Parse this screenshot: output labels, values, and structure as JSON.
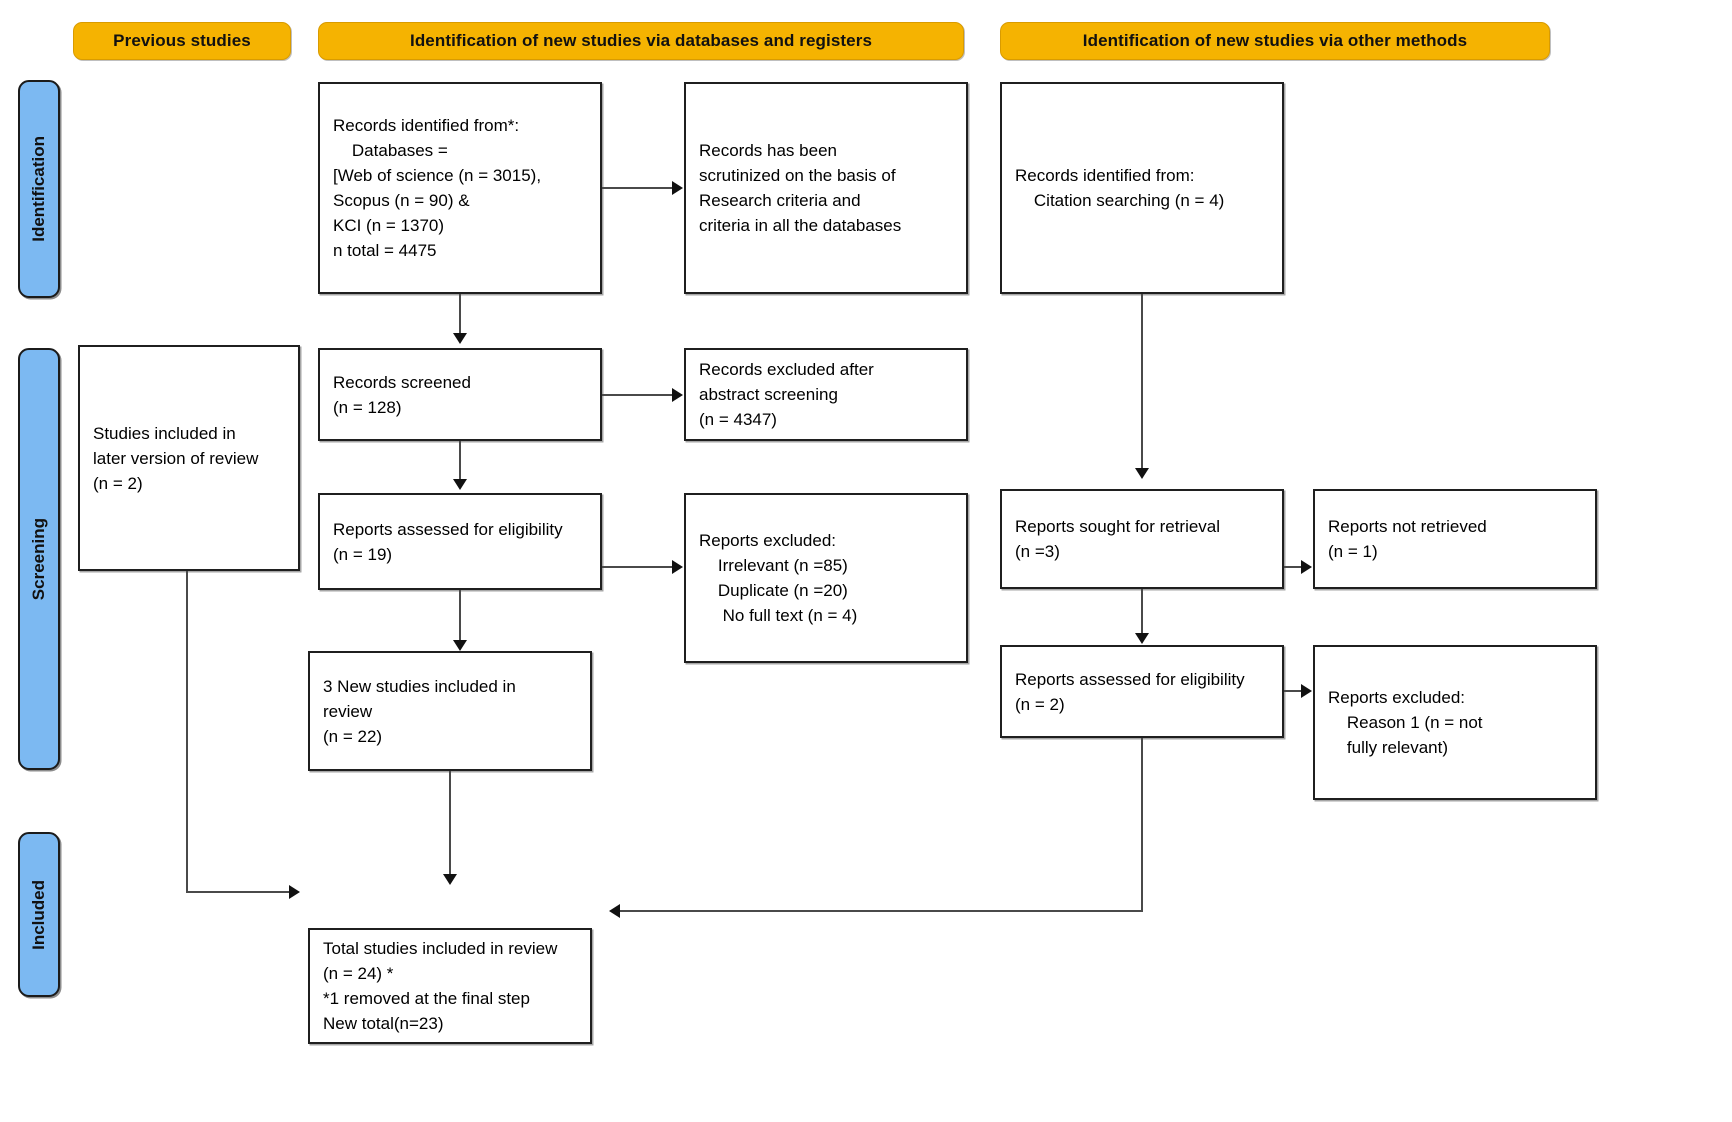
{
  "diagram": {
    "title": "PRISMA 2020 flow diagram",
    "colors": {
      "stage_header_fill": "#f5b301",
      "phase_bar_fill": "#7cb9f2",
      "box_border": "#1f1f1f",
      "connector": "#4a4a4a",
      "background": "#ffffff"
    }
  },
  "stage_headers": [
    {
      "id": "previous-studies",
      "label": "Previous studies"
    },
    {
      "id": "new-studies-databases",
      "label": "Identification of new studies via databases and registers"
    },
    {
      "id": "new-studies-other",
      "label": "Identification of new studies via other methods"
    }
  ],
  "phase_bars": [
    {
      "id": "identification",
      "label": "Identification"
    },
    {
      "id": "screening",
      "label": "Screening"
    },
    {
      "id": "included",
      "label": "Included"
    }
  ],
  "boxes": {
    "records_identified": {
      "text": "Records identified from*:\n    Databases =\n[Web of science (n = 3015),\nScopus (n = 90) &\nKCI (n = 1370)\nn total = 4475"
    },
    "records_scrutinized": {
      "text": "Records has been\nscrutinized on the basis of\nResearch criteria and\ncriteria in all the databases"
    },
    "records_identified_other": {
      "text": "Records identified from:\n    Citation searching (n = 4)"
    },
    "studies_later_version": {
      "text": "Studies included in\nlater version of review\n(n = 2)"
    },
    "records_screened": {
      "text": "Records screened\n(n = 128)"
    },
    "records_excluded": {
      "text": "Records excluded after\nabstract screening\n(n = 4347)"
    },
    "reports_assessed_db": {
      "text": "Reports assessed for eligibility\n(n = 19)"
    },
    "reports_excluded_db": {
      "text": "Reports excluded:\n    Irrelevant (n =85)\n    Duplicate (n =20)\n     No full text (n = 4)"
    },
    "reports_sought": {
      "text": "Reports sought for retrieval\n(n =3)"
    },
    "reports_not_retrieved": {
      "text": "Reports not retrieved\n(n = 1)"
    },
    "reports_assessed_other": {
      "text": "Reports assessed for eligibility\n(n = 2)"
    },
    "reports_excluded_other": {
      "text": "Reports excluded:\n    Reason 1 (n = not\n    fully relevant)"
    },
    "new_studies_included": {
      "text": "3 New studies included in\nreview\n(n = 22)"
    },
    "total_studies": {
      "text": "Total studies included in review\n(n = 24) *\n*1 removed at the final step\nNew total(n=23)"
    }
  }
}
